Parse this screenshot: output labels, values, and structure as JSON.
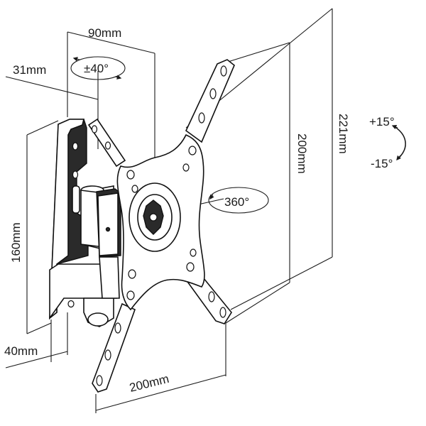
{
  "dimensions": {
    "arm_reach": "90mm",
    "wall_plate_depth": "31mm",
    "wall_plate_height": "160mm",
    "wall_plate_width": "40mm",
    "vesa_horizontal": "200mm",
    "vesa_vertical": "200mm",
    "overall_height": "221mm"
  },
  "angles": {
    "swivel": "±40°",
    "rotation": "360°",
    "tilt_up": "+15°",
    "tilt_down": "-15°"
  }
}
